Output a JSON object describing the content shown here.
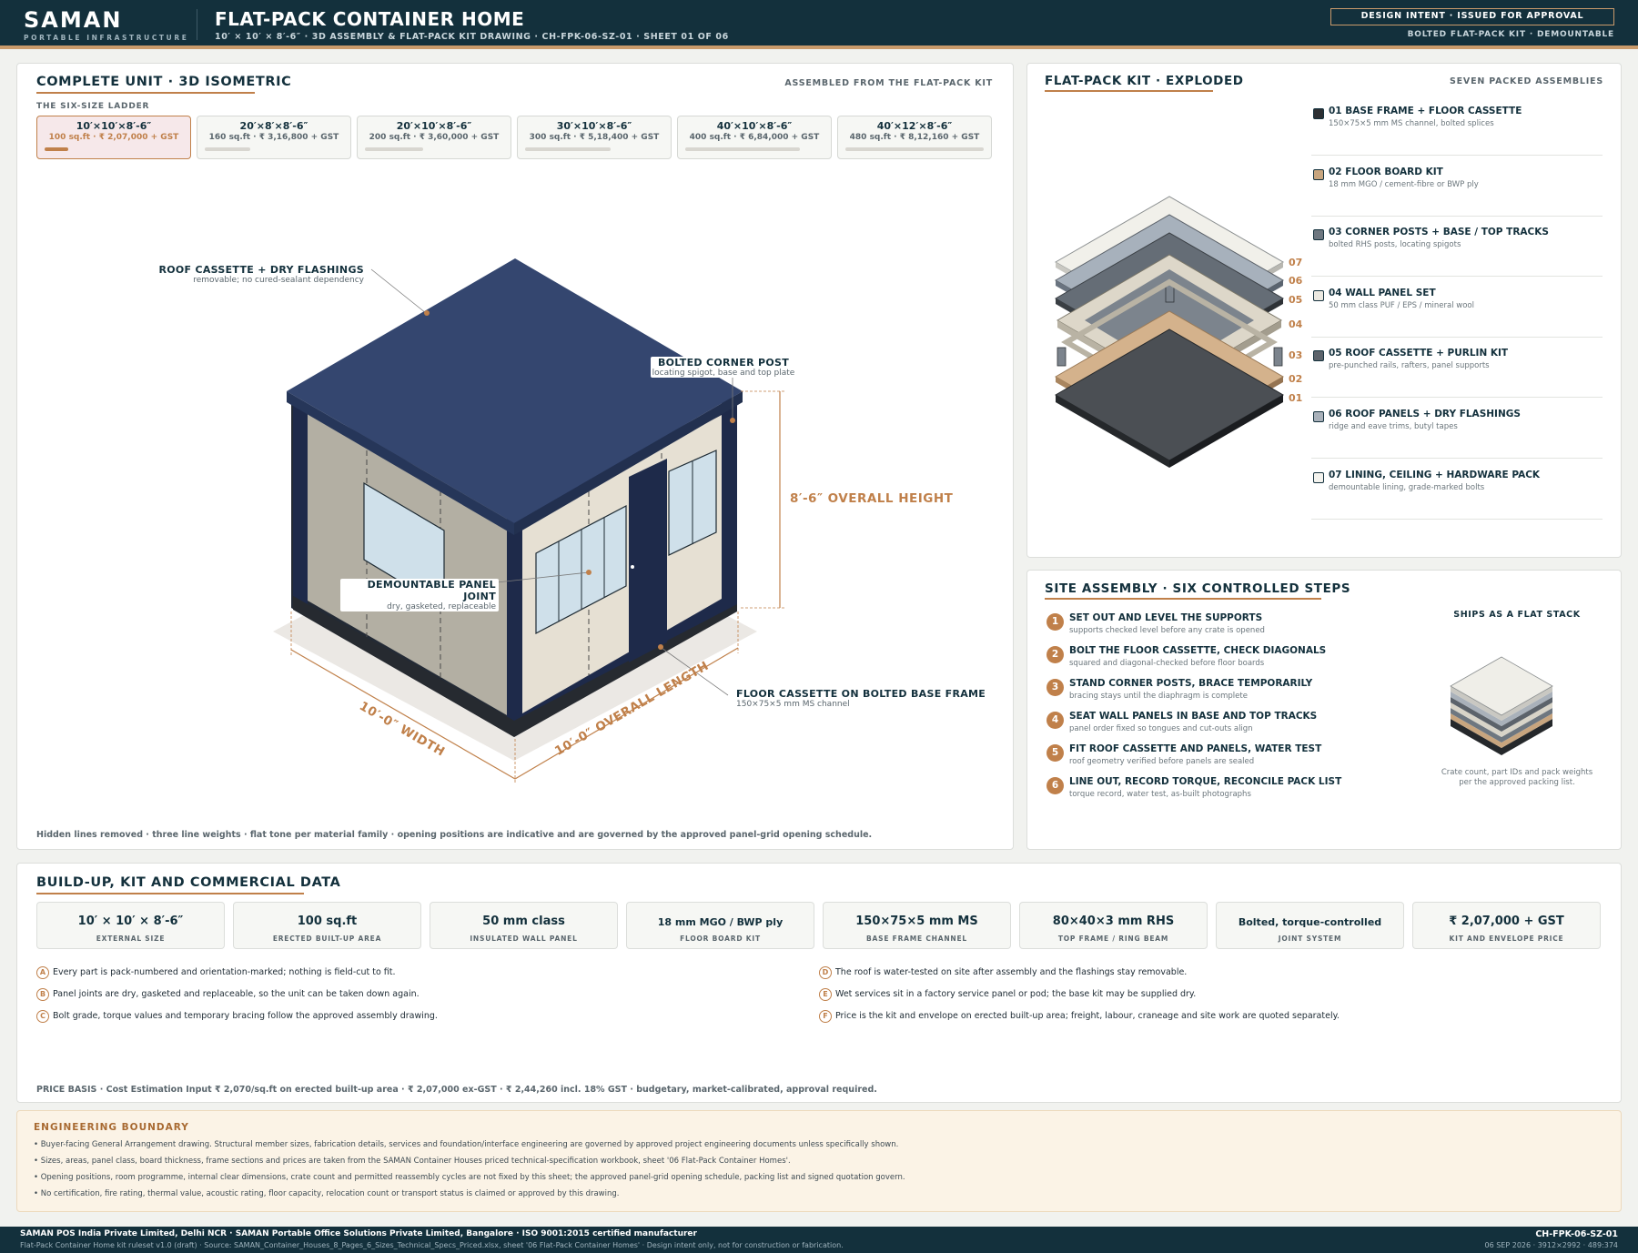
{
  "header": {
    "brand": "SAMAN",
    "brand_sub": "PORTABLE INFRASTRUCTURE",
    "title": "FLAT-PACK CONTAINER HOME",
    "subtitle": "10′ × 10′ × 8′-6″ · 3D ASSEMBLY & FLAT-PACK KIT DRAWING · CH-FPK-06-SZ-01 · SHEET 01 OF 06",
    "status_badge": "DESIGN INTENT · ISSUED FOR APPROVAL",
    "status_sub": "BOLTED FLAT-PACK KIT · DEMOUNTABLE"
  },
  "unit_panel": {
    "title": "COMPLETE UNIT · 3D ISOMETRIC",
    "tag": "ASSEMBLED FROM THE FLAT-PACK KIT",
    "ladder_label": "THE SIX-SIZE LADDER",
    "sizes": [
      {
        "name": "10′×10′×8′-6″",
        "detail": "100 sq.ft · ₹ 2,07,000 + GST",
        "fill": 0.17
      },
      {
        "name": "20′×8′×8′-6″",
        "detail": "160 sq.ft · ₹ 3,16,800 + GST",
        "fill": 0.33
      },
      {
        "name": "20′×10′×8′-6″",
        "detail": "200 sq.ft · ₹ 3,60,000 + GST",
        "fill": 0.42
      },
      {
        "name": "30′×10′×8′-6″",
        "detail": "300 sq.ft · ₹ 5,18,400 + GST",
        "fill": 0.62
      },
      {
        "name": "40′×10′×8′-6″",
        "detail": "400 sq.ft · ₹ 6,84,000 + GST",
        "fill": 0.83
      },
      {
        "name": "40′×12′×8′-6″",
        "detail": "480 sq.ft · ₹ 8,12,160 + GST",
        "fill": 1.0
      }
    ],
    "callouts": {
      "roof": {
        "title": "ROOF CASSETTE + DRY FLASHINGS",
        "sub": "removable; no cured-sealant dependency"
      },
      "post": {
        "title": "BOLTED CORNER POST",
        "sub": "locating spigot, base and top plate"
      },
      "joint": {
        "title": "DEMOUNTABLE PANEL JOINT",
        "sub": "dry, gasketed, replaceable"
      },
      "floor": {
        "title": "FLOOR CASSETTE ON BOLTED BASE FRAME",
        "sub": "150×75×5 mm MS channel"
      }
    },
    "dims": {
      "height": "8′-6″ OVERALL HEIGHT",
      "width": "10′-0″ WIDTH",
      "length": "10′-0″ OVERALL LENGTH"
    },
    "note": "Hidden lines removed · three line weights · flat tone per material family · opening positions are indicative and are governed by the approved panel-grid opening schedule."
  },
  "kit_panel": {
    "title": "FLAT-PACK KIT · EXPLODED",
    "tag": "SEVEN PACKED ASSEMBLIES",
    "layer_numbers": [
      "07",
      "06",
      "05",
      "04",
      "03",
      "02",
      "01"
    ],
    "items": [
      {
        "title": "01 BASE FRAME + FLOOR CASSETTE",
        "sub": "150×75×5 mm MS channel, bolted splices",
        "color": "#2c2f33"
      },
      {
        "title": "02 FLOOR BOARD KIT",
        "sub": "18 mm MGO / cement-fibre or BWP ply",
        "color": "#c8a57e"
      },
      {
        "title": "03 CORNER POSTS + BASE / TOP TRACKS",
        "sub": "bolted RHS posts, locating spigots",
        "color": "#6e7780"
      },
      {
        "title": "04 WALL PANEL SET",
        "sub": "50 mm class PUF / EPS / mineral wool",
        "color": "#ece9e1"
      },
      {
        "title": "05 ROOF CASSETTE + PURLIN KIT",
        "sub": "pre-punched rails, rafters, panel supports",
        "color": "#5c636b"
      },
      {
        "title": "06 ROOF PANELS + DRY FLASHINGS",
        "sub": "ridge and eave trims, butyl tapes",
        "color": "#a9b1ba"
      },
      {
        "title": "07 LINING, CEILING + HARDWARE PACK",
        "sub": "demountable lining, grade-marked bolts",
        "color": "#f4f3ee"
      }
    ]
  },
  "steps_panel": {
    "title": "SITE ASSEMBLY · SIX CONTROLLED STEPS",
    "steps": [
      {
        "num": "1",
        "title": "SET OUT AND LEVEL THE SUPPORTS",
        "sub": "supports checked level before any crate is opened"
      },
      {
        "num": "2",
        "title": "BOLT THE FLOOR CASSETTE, CHECK DIAGONALS",
        "sub": "squared and diagonal-checked before floor boards"
      },
      {
        "num": "3",
        "title": "STAND CORNER POSTS, BRACE TEMPORARILY",
        "sub": "bracing stays until the diaphragm is complete"
      },
      {
        "num": "4",
        "title": "SEAT WALL PANELS IN BASE AND TOP TRACKS",
        "sub": "panel order fixed so tongues and cut-outs align"
      },
      {
        "num": "5",
        "title": "FIT ROOF CASSETTE AND PANELS, WATER TEST",
        "sub": "roof geometry verified before panels are sealed"
      },
      {
        "num": "6",
        "title": "LINE OUT, RECORD TORQUE, RECONCILE PACK LIST",
        "sub": "torque record, water test, as-built photographs"
      }
    ],
    "ships_title": "SHIPS AS A FLAT STACK",
    "ships_note": "Crate count, part IDs and pack weights per the approved packing list."
  },
  "buildup_panel": {
    "title": "BUILD-UP, KIT AND COMMERCIAL DATA",
    "specs": [
      {
        "value": "10′ × 10′ × 8′-6″",
        "label": "EXTERNAL SIZE"
      },
      {
        "value": "100 sq.ft",
        "label": "ERECTED BUILT-UP AREA"
      },
      {
        "value": "50 mm class",
        "label": "INSULATED WALL PANEL"
      },
      {
        "value": "18 mm MGO / BWP ply",
        "label": "FLOOR BOARD KIT"
      },
      {
        "value": "150×75×5 mm MS",
        "label": "BASE FRAME CHANNEL"
      },
      {
        "value": "80×40×3 mm RHS",
        "label": "TOP FRAME / RING BEAM"
      },
      {
        "value": "Bolted, torque-controlled",
        "label": "JOINT SYSTEM"
      },
      {
        "value": "₹ 2,07,000 + GST",
        "label": "KIT AND ENVELOPE PRICE"
      }
    ],
    "facts": [
      {
        "letter": "A",
        "text": "Every part is pack-numbered and orientation-marked; nothing is field-cut to fit."
      },
      {
        "letter": "B",
        "text": "Panel joints are dry, gasketed and replaceable, so the unit can be taken down again."
      },
      {
        "letter": "C",
        "text": "Bolt grade, torque values and temporary bracing follow the approved assembly drawing."
      },
      {
        "letter": "D",
        "text": "The roof is water-tested on site after assembly and the flashings stay removable."
      },
      {
        "letter": "E",
        "text": "Wet services sit in a factory service panel or pod; the base kit may be supplied dry."
      },
      {
        "letter": "F",
        "text": "Price is the kit and envelope on erected built-up area; freight, labour, craneage and site work are quoted separately."
      }
    ],
    "price_basis": "PRICE BASIS · Cost Estimation Input ₹ 2,070/sq.ft on erected built-up area · ₹ 2,07,000 ex-GST · ₹ 2,44,260 incl. 18% GST · budgetary, market-calibrated, approval required."
  },
  "boundary": {
    "title": "ENGINEERING BOUNDARY",
    "lines": [
      "• Buyer-facing General Arrangement drawing. Structural member sizes, fabrication details, services and foundation/interface engineering are governed by approved project engineering documents unless specifically shown.",
      "• Sizes, areas, panel class, board thickness, frame sections and prices are taken from the SAMAN Container Houses priced technical-specification workbook, sheet '06 Flat-Pack Container Homes'.",
      "• Opening positions, room programme, internal clear dimensions, crate count and permitted reassembly cycles are not fixed by this sheet; the approved panel-grid opening schedule, packing list and signed quotation govern.",
      "• No certification, fire rating, thermal value, acoustic rating, floor capacity, relocation count or transport status is claimed or approved by this drawing."
    ]
  },
  "footer": {
    "company": "SAMAN POS India Private Limited, Delhi NCR · SAMAN Portable Office Solutions Private Limited, Bangalore · ISO 9001:2015 certified manufacturer",
    "source": "Flat-Pack Container Home kit ruleset v1.0 (draft) · Source: SAMAN_Container_Houses_8_Pages_6_Sizes_Technical_Specs_Priced.xlsx, sheet '06 Flat-Pack Container Homes' · Design intent only, not for construction or fabrication.",
    "code": "CH-FPK-06-SZ-01",
    "meta": "06 SEP 2026 · 3912×2992 · 489:374"
  }
}
